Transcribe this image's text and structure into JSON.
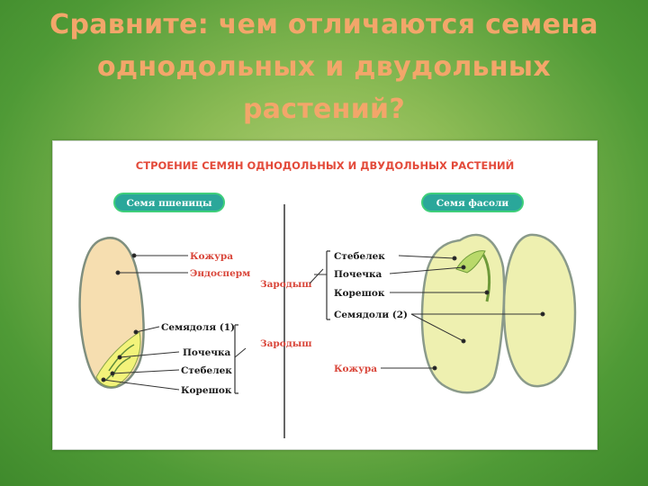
{
  "title": {
    "line1": "Сравните: чем отличаются семена",
    "line2": "однодольных и двудольных",
    "line3": "растений?"
  },
  "diagram": {
    "heading": "СТРОЕНИЕ СЕМЯН ОДНОДОЛЬНЫХ И ДВУДОЛЬНЫХ РАСТЕНИЙ",
    "wheat": {
      "pill": "Семя пшеницы",
      "labels": {
        "coat": "Кожура",
        "endosperm": "Эндосперм",
        "cotyledon": "Семядоля (1)",
        "bud": "Почечка",
        "stem": "Стебелек",
        "root": "Корешок"
      },
      "embryo_upper": "Зародыш",
      "embryo_lower": "Зародыш"
    },
    "bean": {
      "pill": "Семя фасоли",
      "labels": {
        "stem": "Стебелек",
        "bud": "Почечка",
        "root": "Корешок",
        "cotyledons": "Семядоли (2)",
        "coat": "Кожура"
      }
    },
    "colors": {
      "pill_fill": "#2aa79a",
      "pill_border": "#3fcf7a",
      "wheat_fill": "#f6deb0",
      "bean_fill": "#eef0b0",
      "seed_outline": "#8a9a8a",
      "red_text": "#d9463a",
      "heading": "#e34a3a"
    }
  }
}
